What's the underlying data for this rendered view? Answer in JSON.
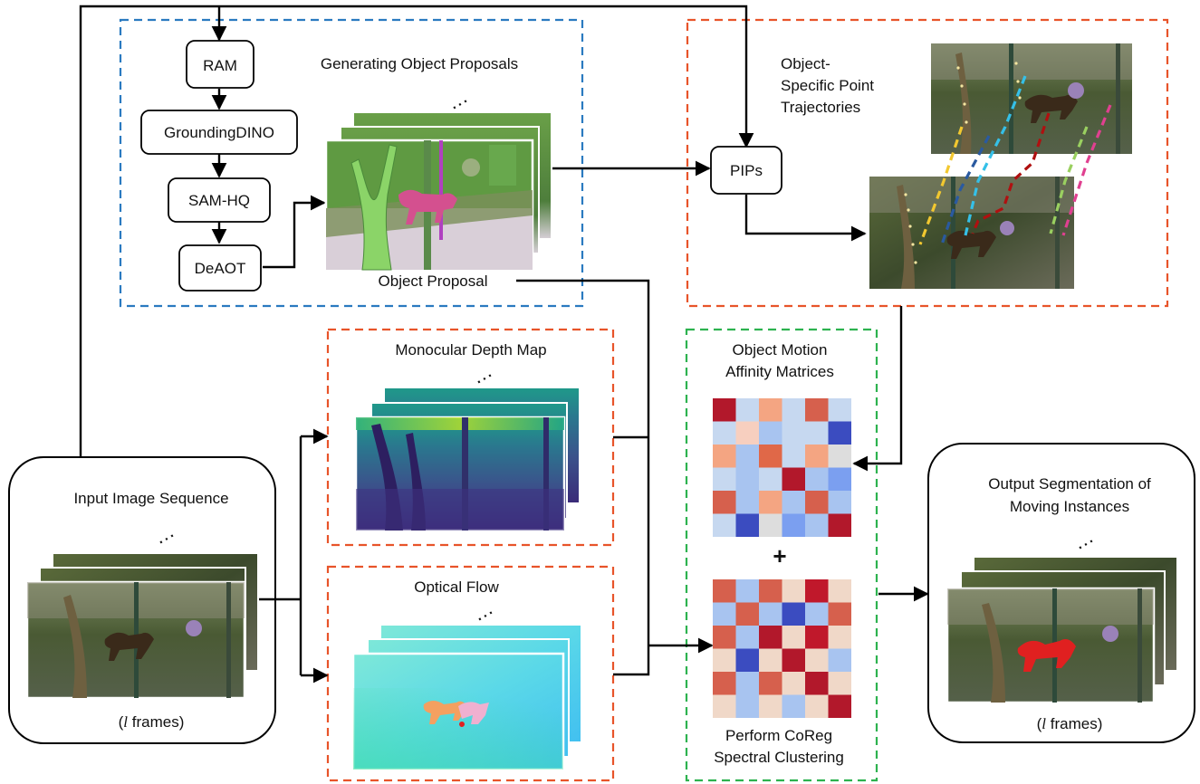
{
  "colors": {
    "blue_dash": "#2a7ac0",
    "orange_dash": "#e8542a",
    "green_dash": "#2db24f",
    "arrow": "#000000",
    "mask_pink": "#d4508f",
    "mask_red": "#e02020",
    "affinity_red": "#b2182b",
    "affinity_blue": "#3b4cc0"
  },
  "icons": {
    "frame_stack": "layered-image-stack",
    "ellipsis": "dots"
  },
  "pipeline": {
    "ram_label": "RAM",
    "grounding_label": "GroundingDINO",
    "samhq_label": "SAM-HQ",
    "deaot_label": "DeAOT",
    "pips_label": "PIPs"
  },
  "proposals": {
    "title": "Generating Object Proposals",
    "caption": "Object Proposal"
  },
  "trajectories": {
    "title_line1": "Object-",
    "title_line2": "Specific Point",
    "title_line3": "Trajectories"
  },
  "depth": {
    "title": "Monocular Depth Map"
  },
  "flow": {
    "title": "Optical Flow"
  },
  "affinity": {
    "title_line1": "Object Motion",
    "title_line2": "Affinity Matrices",
    "plus": "+",
    "caption_line1": "Perform CoReg",
    "caption_line2": "Spectral Clustering",
    "matrix_a": [
      [
        "#b2182b",
        "#c6d8f0",
        "#f4a582",
        "#c6d8f0",
        "#d6604d",
        "#c6d8f0"
      ],
      [
        "#c6d8f0",
        "#f7cfbf",
        "#a8c4f0",
        "#c6d8f0",
        "#c6d8f0",
        "#3b4cc0"
      ],
      [
        "#f4a582",
        "#a8c4f0",
        "#e06848",
        "#c6d8f0",
        "#f4a582",
        "#dddddd"
      ],
      [
        "#c6d8f0",
        "#a8c4f0",
        "#c6d8f0",
        "#b2182b",
        "#a8c4f0",
        "#7b9ff0"
      ],
      [
        "#d6604d",
        "#a8c4f0",
        "#f4a582",
        "#a8c4f0",
        "#d6604d",
        "#a8c4f0"
      ],
      [
        "#c6d8f0",
        "#3b4cc0",
        "#dddddd",
        "#7b9ff0",
        "#a8c4f0",
        "#b2182b"
      ]
    ],
    "matrix_b": [
      [
        "#d6604d",
        "#a8c4f0",
        "#d6604d",
        "#f0d8c8",
        "#c0182b",
        "#f0d8c8"
      ],
      [
        "#a8c4f0",
        "#d6604d",
        "#a8c4f0",
        "#3b4cc0",
        "#a8c4f0",
        "#d6604d"
      ],
      [
        "#d6604d",
        "#a8c4f0",
        "#b2182b",
        "#f0d8c8",
        "#c0182b",
        "#f0d8c8"
      ],
      [
        "#f0d8c8",
        "#3b4cc0",
        "#f0d8c8",
        "#b2182b",
        "#f0d8c8",
        "#a8c4f0"
      ],
      [
        "#d6604d",
        "#a8c4f0",
        "#d6604d",
        "#f0d8c8",
        "#b2182b",
        "#f0d8c8"
      ],
      [
        "#f0d8c8",
        "#a8c4f0",
        "#f0d8c8",
        "#a8c4f0",
        "#f0d8c8",
        "#b2182b"
      ]
    ]
  },
  "input": {
    "title": "Input Image Sequence",
    "frames_var": "l",
    "frames_word": " frames)",
    "open_paren": "("
  },
  "output": {
    "title_line1": "Output Segmentation of",
    "title_line2": "Moving Instances",
    "frames_var": "l",
    "frames_word": " frames)",
    "open_paren": "("
  }
}
